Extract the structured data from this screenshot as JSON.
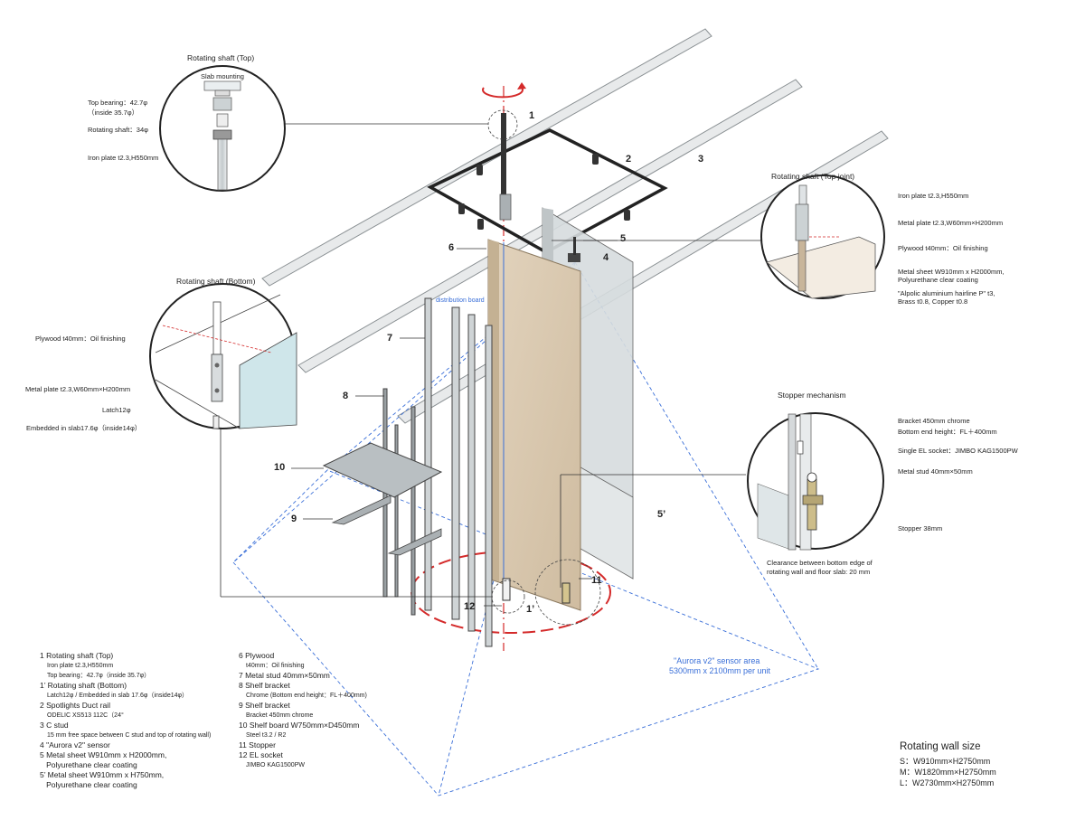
{
  "callouts": {
    "top": {
      "title": "Rotating shaft (Top)",
      "labels": [
        "Slab mounting",
        "Top bearing：42.7φ",
        "（inside 35.7φ）",
        "Rotating shaft：34φ",
        "Iron plate t2.3,H550mm"
      ]
    },
    "bottom": {
      "title": "Rotating shaft (Bottom)",
      "labels": [
        "Plywood t40mm：Oil finishing",
        "Metal plate t2.3,W60mm×H200mm",
        "Latch12φ",
        "Embedded in slab17.6φ（inside14φ）"
      ]
    },
    "top_joint": {
      "title": "Rotating shaft (Top joint)",
      "labels": [
        "Iron plate t2.3,H550mm",
        "Metal plate t2.3,W60mm×H200mm",
        "Plywood t40mm：Oil finishing",
        "Metal sheet W910mm x H2000mm,",
        "Polyurethane clear coating",
        "\"Alpolic aluminium hairline P\" t3,",
        "Brass t0.8, Copper t0.8"
      ]
    },
    "stopper": {
      "title": "Stopper mechanism",
      "labels": [
        "Bracket 450mm chrome",
        "Bottom end height：FL＋400mm",
        "Single EL socket：JIMBO KAG1500PW",
        "Metal stud 40mm×50mm",
        "Stopper 38mm",
        "Clearance between bottom edge of",
        "rotating wall and floor slab: 20 mm"
      ]
    }
  },
  "diagram_labels": {
    "distribution_board": "distribution board",
    "sensor_area_1": "\"Aurora v2\" sensor area",
    "sensor_area_2": "5300mm x 2100mm per unit"
  },
  "numbers": [
    "1",
    "2",
    "3",
    "4",
    "5",
    "6",
    "7",
    "8",
    "9",
    "10",
    "11",
    "12",
    "1’",
    "5’"
  ],
  "legend": {
    "col1": [
      {
        "main": "1 Rotating shaft (Top)",
        "subs": [
          "Iron plate t2.3,H550mm",
          "Top bearing：42.7φ（inside 35.7φ）"
        ]
      },
      {
        "main": "1’ Rotating shaft (Bottom)",
        "subs": [
          "Latch12φ / Embedded in slab 17.6φ（inside14φ）"
        ]
      },
      {
        "main": "2 Spotlights Duct rail",
        "subs": [
          "ODELIC XS513 112C（24°"
        ]
      },
      {
        "main": "3 C stud",
        "subs": [
          "15 mm free space between C stud and top of rotating wall)"
        ]
      },
      {
        "main": "4 \"Aurora v2\" sensor",
        "subs": []
      },
      {
        "main": "5 Metal sheet W910mm x H2000mm,",
        "subs": []
      },
      {
        "main": "   Polyurethane clear coating",
        "subs": []
      },
      {
        "main": "5’ Metal sheet W910mm x H750mm,",
        "subs": []
      },
      {
        "main": "   Polyurethane clear coating",
        "subs": []
      }
    ],
    "col2": [
      {
        "main": "6 Plywood",
        "subs": [
          "t40mm：Oil finishing"
        ]
      },
      {
        "main": "7 Metal stud 40mm×50mm",
        "subs": []
      },
      {
        "main": "8 Shelf bracket",
        "subs": [
          "Chrome (Bottom end height：FL＋400mm)"
        ]
      },
      {
        "main": "9 Shelf bracket",
        "subs": [
          "Bracket 450mm chrome"
        ]
      },
      {
        "main": "10 Shelf board W750mm×D450mm",
        "subs": [
          "Steel t3.2 / R2"
        ]
      },
      {
        "main": "11 Stopper",
        "subs": []
      },
      {
        "main": "12 EL socket",
        "subs": [
          "JIMBO KAG1500PW"
        ]
      }
    ]
  },
  "sizes": {
    "title": "Rotating wall size",
    "rows": [
      "S：W910mm×H2750mm",
      "M：W1820mm×H2750mm",
      "L：W2730mm×H2750mm"
    ]
  },
  "colors": {
    "line": "#222222",
    "red": "#d42a2a",
    "blue": "#3a6fd8",
    "plywood": "#d9c8ae",
    "metal": "#c9cfd1",
    "cyan": "#cfe6ea"
  }
}
